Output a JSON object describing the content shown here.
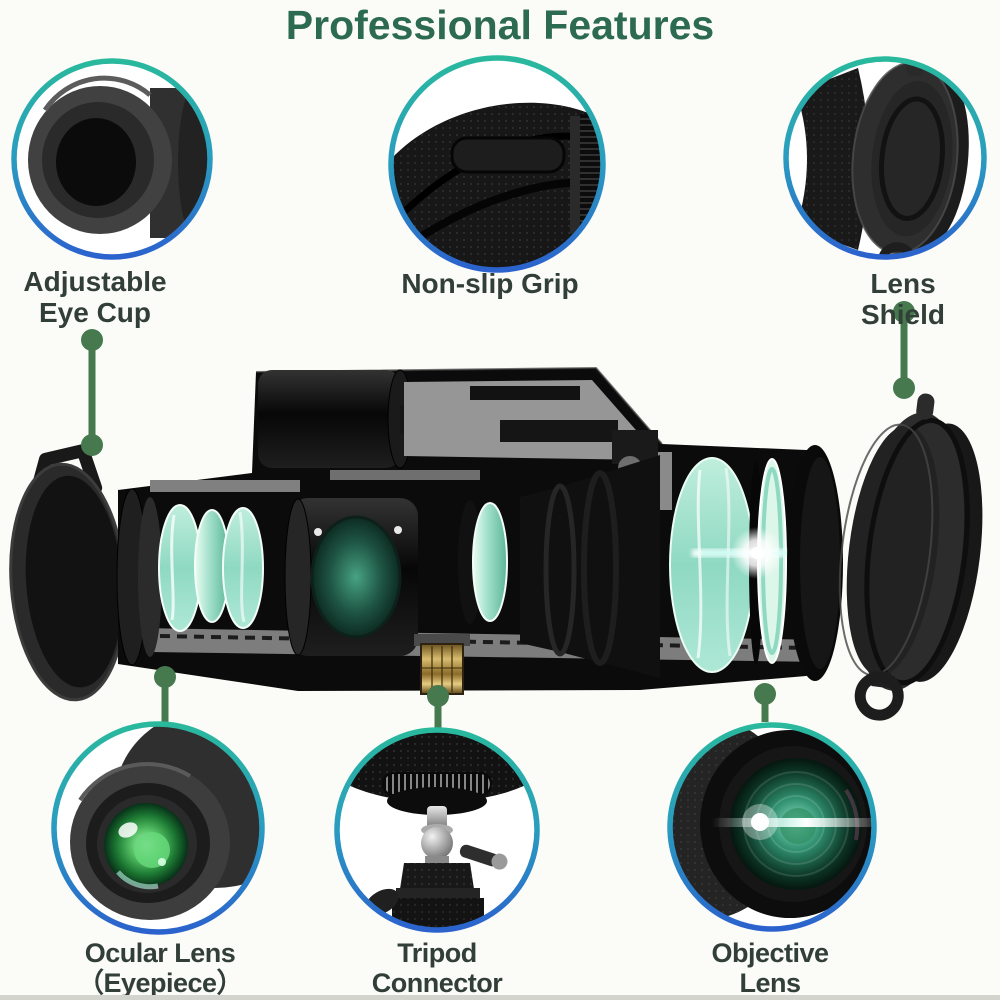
{
  "title": "Professional Features",
  "features": [
    {
      "id": "adjustable-eye-cup",
      "label": "Adjustable\nEye Cup",
      "position": "top-left"
    },
    {
      "id": "non-slip-grip",
      "label": "Non-slip Grip",
      "position": "top-center"
    },
    {
      "id": "lens-shield",
      "label": "Lens Shield",
      "position": "top-right"
    },
    {
      "id": "ocular-lens",
      "label": "Ocular Lens\n（Eyepiece）",
      "position": "bottom-left"
    },
    {
      "id": "tripod-connector",
      "label": "Tripod\nConnector",
      "position": "bottom-center"
    },
    {
      "id": "objective-lens",
      "label": "Objective\nLens",
      "position": "bottom-right"
    }
  ],
  "center_illustration": "monocular-cutaway-showing-internal-lenses",
  "colors": {
    "title_green": "#2c6b50",
    "label_text": "#323f38",
    "connector_green": "#47794e",
    "ring_gradient_top": "#29b99d",
    "ring_gradient_mid": "#2a9cc0",
    "ring_gradient_bottom": "#2b62cd",
    "lens_glass_teal": "#9fdfc9",
    "brass_screw": "#c9a855",
    "background": "#fbfbf8"
  }
}
